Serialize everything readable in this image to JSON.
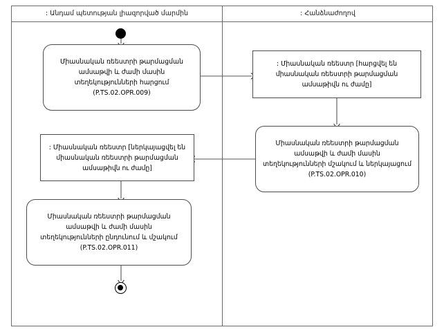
{
  "diagram": {
    "type": "uml-activity-diagram",
    "lanes": [
      {
        "id": "member-state-authority",
        "title": ": Անդամ պետության լիազորված մարմին"
      },
      {
        "id": "commission",
        "title": ": Հանձնաժողով"
      }
    ],
    "nodes": {
      "start": {
        "kind": "initial-node",
        "lane": "member-state-authority"
      },
      "action1": {
        "kind": "action",
        "lane": "member-state-authority",
        "text": "Միասնական ռեեստրի թարմացման ամսաթվի և ժամի մասին տեղեկությունների հարցում (P.TS.02.OPR.009)"
      },
      "object1": {
        "kind": "object-node",
        "lane": "commission",
        "text": ": Միասնական ռեեստր [հարցվել են միասնական ռեեստրի թարմացման ամսաթիվն ու ժամը]"
      },
      "action2": {
        "kind": "action",
        "lane": "commission",
        "text": "Միասնական ռեեստրի թարմացման ամսաթվի և ժամի մասին տեղեկությունների մշակում և ներկայացում (P.TS.02.OPR.010)"
      },
      "object2": {
        "kind": "object-node",
        "lane": "member-state-authority",
        "text": ": Միասնական ռեեստր [ներկայացվել են միասնական ռեեստրի թարմացման ամսաթիվն ու ժամը]"
      },
      "action3": {
        "kind": "action",
        "lane": "member-state-authority",
        "text": "Միասնական ռեեստրի թարմացման ամսաթվի և ժամի մասին տեղեկությունների ընդունում և մշակում (P.TS.02.OPR.011)"
      },
      "end": {
        "kind": "final-node",
        "lane": "member-state-authority"
      }
    },
    "edges": [
      {
        "from": "start",
        "to": "action1",
        "direction": "down"
      },
      {
        "from": "action1",
        "to": "object1",
        "direction": "right"
      },
      {
        "from": "object1",
        "to": "action2",
        "direction": "down"
      },
      {
        "from": "action2",
        "to": "object2",
        "direction": "left"
      },
      {
        "from": "object2",
        "to": "action3",
        "direction": "down"
      },
      {
        "from": "action3",
        "to": "end",
        "direction": "down"
      }
    ],
    "colors": {
      "background": "#ffffff",
      "frame_border": "#6b6b6b",
      "node_border": "#4d4d4d",
      "edge": "#555555",
      "text": "#000000"
    }
  }
}
